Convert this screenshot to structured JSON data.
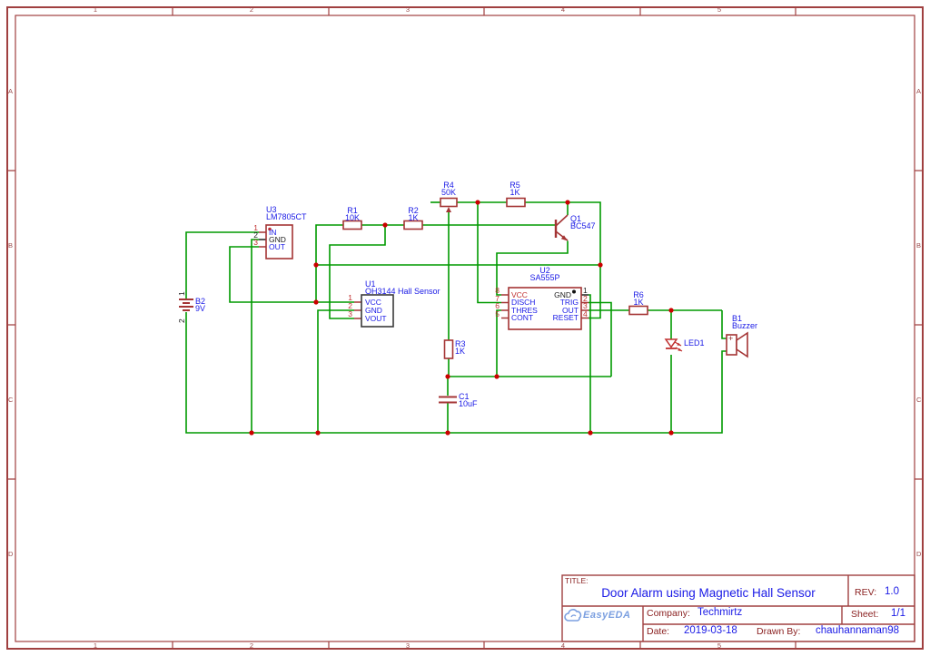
{
  "sheet": {
    "cols": [
      "1",
      "2",
      "3",
      "4",
      "5"
    ],
    "rows": [
      "A",
      "B",
      "C",
      "D"
    ]
  },
  "title_block": {
    "title_label": "TITLE:",
    "title": "Door Alarm using Magnetic Hall Sensor",
    "rev_label": "REV:",
    "rev": "1.0",
    "company_label": "Company:",
    "company": "Techmirtz",
    "sheet_label": "Sheet:",
    "sheet": "1/1",
    "date_label": "Date:",
    "date": "2019-03-18",
    "drawn_by_label": "Drawn By:",
    "drawn_by": "chauhannaman98",
    "logo_text": "EasyEDA"
  },
  "components": {
    "u3": {
      "ref": "U3",
      "value": "LM7805CT",
      "pins": [
        {
          "num": "1",
          "name": "IN"
        },
        {
          "num": "2",
          "name": "GND"
        },
        {
          "num": "3",
          "name": "OUT"
        }
      ]
    },
    "u1": {
      "ref": "U1",
      "value": "OH3144 Hall Sensor",
      "pins": [
        {
          "num": "1",
          "name": "VCC"
        },
        {
          "num": "2",
          "name": "GND"
        },
        {
          "num": "3",
          "name": "VOUT"
        }
      ]
    },
    "u2": {
      "ref": "U2",
      "value": "SA555P",
      "pins_left": [
        {
          "num": "8",
          "name": "VCC"
        },
        {
          "num": "7",
          "name": "DISCH"
        },
        {
          "num": "6",
          "name": "THRES"
        },
        {
          "num": "5",
          "name": "CONT"
        }
      ],
      "pins_right": [
        {
          "num": "1",
          "name": "GND"
        },
        {
          "num": "2",
          "name": "TRIG"
        },
        {
          "num": "3",
          "name": "OUT"
        },
        {
          "num": "4",
          "name": "RESET"
        }
      ]
    },
    "r1": {
      "ref": "R1",
      "value": "10K"
    },
    "r2": {
      "ref": "R2",
      "value": "1K"
    },
    "r3": {
      "ref": "R3",
      "value": "1K"
    },
    "r4": {
      "ref": "R4",
      "value": "50K"
    },
    "r5": {
      "ref": "R5",
      "value": "1K"
    },
    "r6": {
      "ref": "R6",
      "value": "1K"
    },
    "c1": {
      "ref": "C1",
      "value": "10uF"
    },
    "q1": {
      "ref": "Q1",
      "value": "BC547"
    },
    "led1": {
      "ref": "LED1"
    },
    "b1": {
      "ref": "B1",
      "value": "Buzzer",
      "polarity": "+"
    },
    "b2": {
      "ref": "B2",
      "value": "9V",
      "pins": [
        {
          "num": "1"
        },
        {
          "num": "2"
        }
      ]
    }
  },
  "colors": {
    "wire": "#009A00",
    "symbol": "#A43434",
    "junction": "#CC0000",
    "label_blue": "#1A1AE6",
    "pin_red": "#C03030",
    "frame": "#A04040",
    "logo": "#7B9FE0"
  }
}
